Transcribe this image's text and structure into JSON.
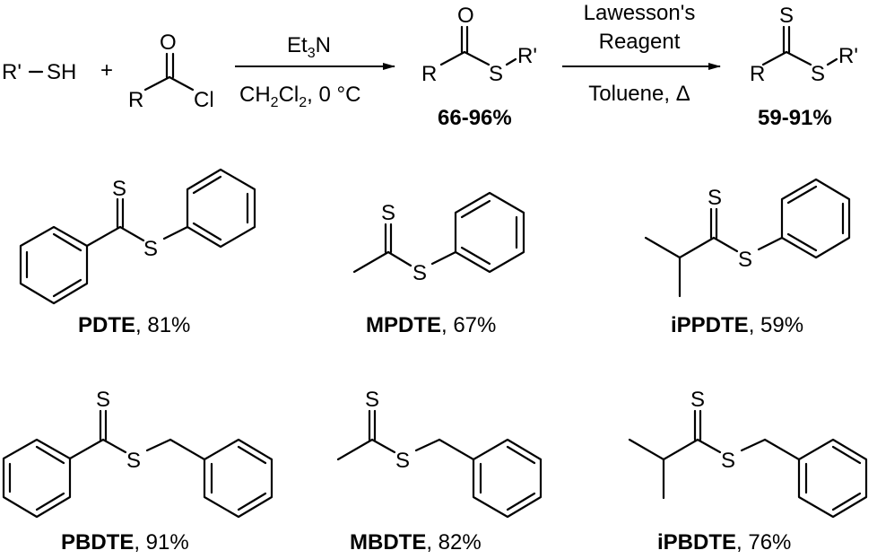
{
  "scheme": {
    "reactant1": {
      "label_r": "R'",
      "label_sh": "SH"
    },
    "plus": "+",
    "reactant2": {
      "o": "O",
      "r": "R",
      "cl": "Cl"
    },
    "step1": {
      "above": "Et",
      "above_sub": "3",
      "above_tail": "N",
      "below_a": "CH",
      "below_sub1": "2",
      "below_b": "Cl",
      "below_sub2": "2",
      "below_c": ", 0 °C"
    },
    "intermediate": {
      "o": "O",
      "r": "R",
      "s": "S",
      "r2": "R'",
      "yield": "66-96%"
    },
    "step2": {
      "above1": "Lawesson's",
      "above2": "Reagent",
      "below": "Toluene, Δ"
    },
    "product": {
      "s_top": "S",
      "r": "R",
      "s": "S",
      "r2": "R'",
      "yield": "59-91%"
    }
  },
  "compounds": [
    {
      "name": "PDTE",
      "yield": ", 81%",
      "s_top": "S",
      "s": "S"
    },
    {
      "name": "MPDTE",
      "yield": ", 67%",
      "s_top": "S",
      "s": "S"
    },
    {
      "name": "iPPDTE",
      "yield": ", 59%",
      "s_top": "S",
      "s": "S"
    },
    {
      "name": "PBDTE",
      "yield": ", 91%",
      "s_top": "S",
      "s": "S"
    },
    {
      "name": "MBDTE",
      "yield": ", 82%",
      "s_top": "S",
      "s": "S"
    },
    {
      "name": "iPBDTE",
      "yield": ", 76%",
      "s_top": "S",
      "s": "S"
    }
  ]
}
